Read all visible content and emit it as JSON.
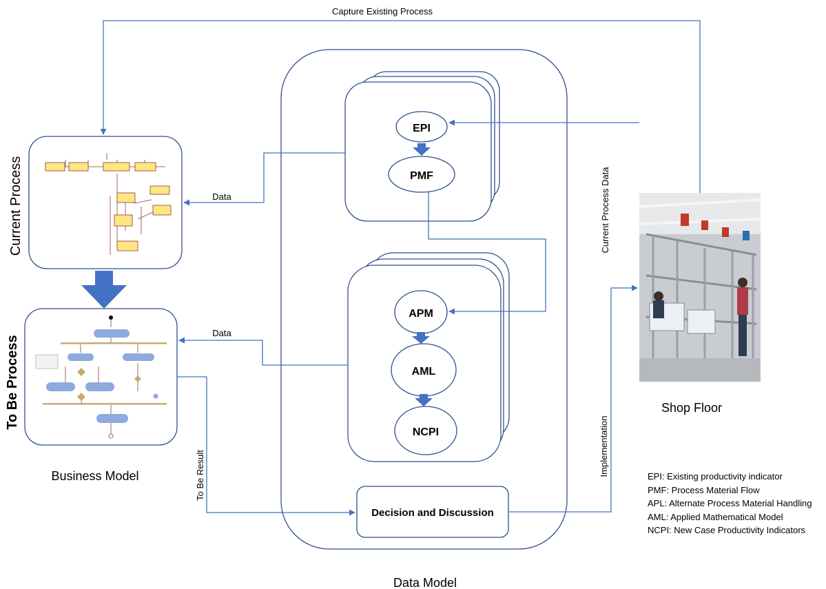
{
  "labels": {
    "capture_existing_process": "Capture Existing Process",
    "current_process": "Current Process",
    "to_be_process": "To Be Process",
    "business_model": "Business Model",
    "data_model": "Data Model",
    "shop_floor": "Shop Floor",
    "data_top": "Data",
    "data_bottom": "Data",
    "current_process_data": "Current Process Data",
    "implementation": "Implementation",
    "to_be_result": "To Be Result",
    "decision": "Decision and Discussion"
  },
  "nodes": {
    "epi": "EPI",
    "pmf": "PMF",
    "apm": "APM",
    "aml": "AML",
    "ncpi": "NCPI"
  },
  "legend": [
    "EPI: Existing productivity indicator",
    "PMF: Process Material Flow",
    "APL: Alternate Process Material Handling",
    "AML: Applied Mathematical Model",
    "NCPI: New Case Productivity Indicators"
  ],
  "colors": {
    "line": "#4472c4",
    "container_border": "#2f4f8f",
    "thumb_box": "#ffe680",
    "thumb_line": "#8b3a3a",
    "flow_node": "#8faadc",
    "flow_bar": "#c9a96e"
  }
}
